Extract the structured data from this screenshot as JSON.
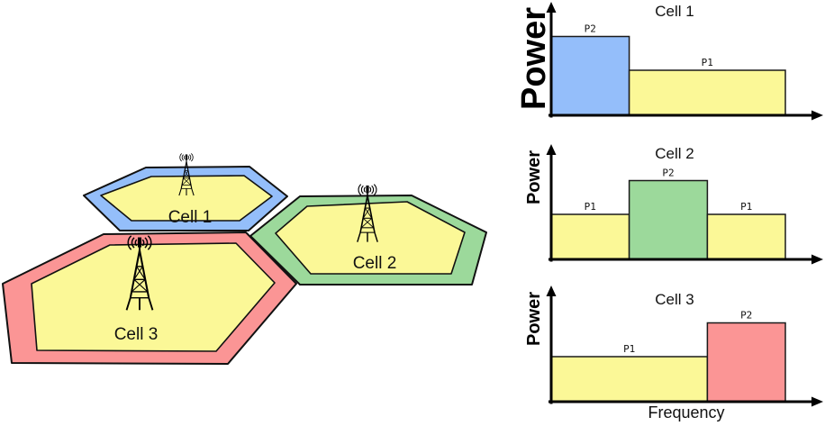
{
  "diagram": {
    "cells": [
      {
        "label": "Cell 1",
        "ring_color": "#94BEFA",
        "interior_color": "#FBF897"
      },
      {
        "label": "Cell 2",
        "ring_color": "#9CD99B",
        "interior_color": "#FBF897"
      },
      {
        "label": "Cell 3",
        "ring_color": "#FB9595",
        "interior_color": "#FBF897"
      }
    ],
    "tower_icon": "radio-tower-icon"
  },
  "chart_data": [
    {
      "type": "bar",
      "title": "Cell 1",
      "ylabel": "Power",
      "xlabel": "",
      "x_axis_range": [
        0,
        1
      ],
      "bars": [
        {
          "label": "P2",
          "color": "#94BEFA",
          "x0": 0,
          "x1": 0.333,
          "h": 0.7
        },
        {
          "label": "P1",
          "color": "#FBF897",
          "x0": 0.333,
          "x1": 1,
          "h": 0.4
        }
      ]
    },
    {
      "type": "bar",
      "title": "Cell 2",
      "ylabel": "Power",
      "xlabel": "",
      "x_axis_range": [
        0,
        1
      ],
      "bars": [
        {
          "label": "P1",
          "color": "#FBF897",
          "x0": 0,
          "x1": 0.333,
          "h": 0.4
        },
        {
          "label": "P2",
          "color": "#9CD99B",
          "x0": 0.333,
          "x1": 0.667,
          "h": 0.7
        },
        {
          "label": "P1",
          "color": "#FBF897",
          "x0": 0.667,
          "x1": 1,
          "h": 0.4
        }
      ]
    },
    {
      "type": "bar",
      "title": "Cell 3",
      "ylabel": "Power",
      "xlabel": "Frequency",
      "x_axis_range": [
        0,
        1
      ],
      "bars": [
        {
          "label": "P1",
          "color": "#FBF897",
          "x0": 0,
          "x1": 0.667,
          "h": 0.4
        },
        {
          "label": "P2",
          "color": "#FB9595",
          "x0": 0.667,
          "x1": 1,
          "h": 0.7
        }
      ]
    }
  ]
}
